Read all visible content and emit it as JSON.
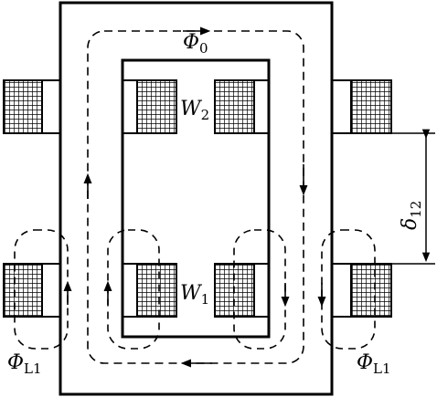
{
  "labels": {
    "phi0_sym": "Φ",
    "phi0_sub": "0",
    "w2_sym": "W",
    "w2_sub": "2",
    "w1_sym": "W",
    "w1_sub": "1",
    "phiL1_left_sym": "Φ",
    "phiL1_left_sub": "L1",
    "phiL1_right_sym": "Φ",
    "phiL1_right_sub": "L1",
    "delta_sym": "δ",
    "delta_sub": "12"
  }
}
